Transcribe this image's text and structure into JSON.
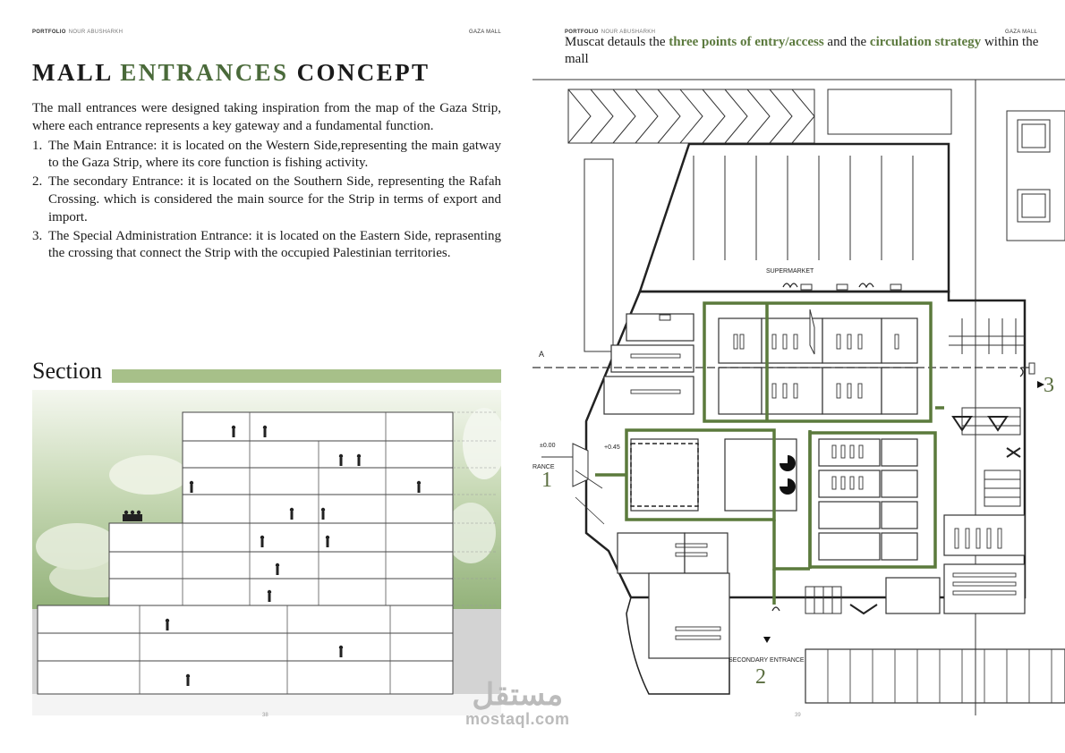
{
  "left_page": {
    "header_portfolio": "PORTFOLIO",
    "header_author": "NOUR ABUSHARKH",
    "header_project": "GAZA MALL",
    "title_part1": "MALL",
    "title_accent": "ENTRANCES",
    "title_part2": "CONCEPT",
    "intro": "The mall entrances were designed taking inspiration from the map of the Gaza Strip, where each entrance represents a key gateway and a fundamental function.",
    "items": [
      {
        "num": "1.",
        "text": "The Main Entrance: it is located on the Western Side,representing the main gatway to the Gaza Strip, where its core function is fishing activity."
      },
      {
        "num": "2.",
        "text": "The secondary Entrance: it is located on the Southern Side, representing the Rafah Crossing. which is considered the main source for the Strip in terms of export and import."
      },
      {
        "num": "3.",
        "text": "The  Special Administration Entrance: it is located on the Eastern Side, reprasenting the crossing that connect the Strip with the occupied Palestinian territories."
      }
    ],
    "section_heading": "Section",
    "page_number": "38"
  },
  "right_page": {
    "header_portfolio": "PORTFOLIO",
    "header_author": "NOUR ABUSHARKH",
    "header_project": "GAZA MALL",
    "caption_pre": "Muscat detauls the ",
    "caption_hl1": "three points of entry/access",
    "caption_mid": " and the ",
    "caption_hl2": "circulation strategy",
    "caption_post": " within the mall",
    "plan_labels": {
      "supermarket": "SUPERMARKET",
      "secondary_entrance": "SECONDARY ENTRANCE",
      "entrance": "RANCE",
      "level_0": "±0.00",
      "level_045": "+0.45",
      "section_mark": "A"
    },
    "entry_numbers": [
      "1",
      "2",
      "3"
    ],
    "page_number": "39"
  },
  "watermark": {
    "arabic": "مستقل",
    "latin": "mostaql.com"
  },
  "colors": {
    "accent_green": "#4a6a3a",
    "circulation_green": "#5b7a3c",
    "section_bar": "#a7c089"
  },
  "icons": [
    "section-drawing",
    "floor-plan",
    "entry-arrow-icon"
  ]
}
